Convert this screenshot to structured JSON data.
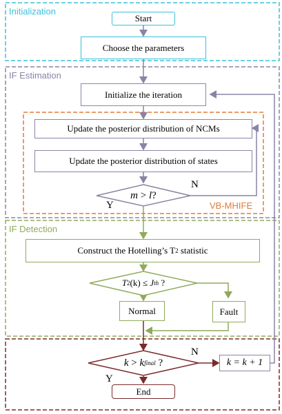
{
  "sections": {
    "initialization": "Initialization",
    "if_estimation": "IF Estimation",
    "vb_mhife": "VB-MHIFE",
    "if_detection": "IF Detection"
  },
  "nodes": {
    "start": "Start",
    "choose_parameters": "Choose the parameters",
    "initialize_iteration": "Initialize the iteration",
    "update_ncms": "Update the posterior distribution of NCMs",
    "update_states": "Update the posterior distribution of states",
    "decision_m_l": {
      "m": "m",
      "op": " > ",
      "l": "l",
      "q": "?"
    },
    "construct_hotelling": {
      "text": "Construct the Hotelling’s T",
      "sup": "2",
      "tail": " statistic"
    },
    "decision_t2": {
      "T": "T",
      "sup": "2",
      "k": "(k) ≤ ",
      "J": "J",
      "sub": "th",
      "q": " ?"
    },
    "normal": "Normal",
    "fault": "Fault",
    "decision_k": {
      "k": "k",
      "op": " > ",
      "k2": "k",
      "sub": "final",
      "q": " ?"
    },
    "increment_k": "k = k + 1",
    "end": "End"
  },
  "edge_labels": {
    "n1": "N",
    "y1": "Y",
    "n2": "N",
    "y2": "Y"
  },
  "colors": {
    "initialization": "#3cc0d8",
    "if_estimation": "#8b83a6",
    "vb_mhife": "#e07b39",
    "if_detection": "#8faa5a",
    "end_section": "#8b2a2a"
  }
}
